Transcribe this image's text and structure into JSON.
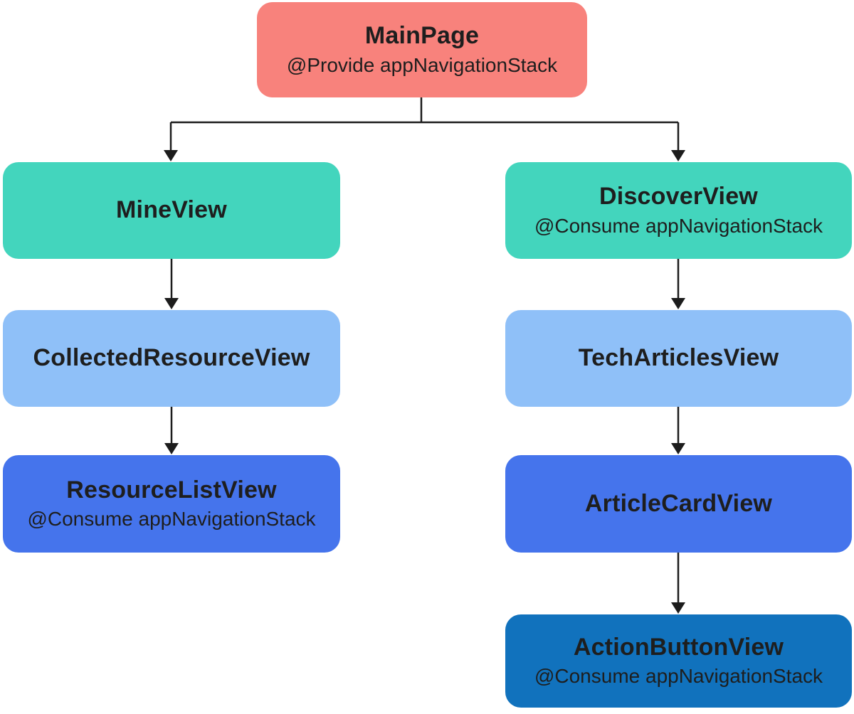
{
  "diagram": {
    "description": "Navigation stack architecture tree",
    "colors": {
      "root_salmon": "#F8827C",
      "level1_teal": "#43D5BD",
      "level2_light_blue": "#8FC0F8",
      "level3_medium_blue": "#4574EC",
      "level4_dark_blue": "#1172BD",
      "connector": "#1C1C1C",
      "text": "#1E1E1E",
      "background": "#FFFFFF"
    },
    "nodes": [
      {
        "id": "mainpage",
        "title": "MainPage",
        "subtitle": "@Provide appNavigationStack",
        "color": "#F8827C"
      },
      {
        "id": "mine",
        "title": "MineView",
        "subtitle": "",
        "color": "#43D5BD"
      },
      {
        "id": "discover",
        "title": "DiscoverView",
        "subtitle": "@Consume appNavigationStack",
        "color": "#43D5BD"
      },
      {
        "id": "collected",
        "title": "CollectedResourceView",
        "subtitle": "",
        "color": "#8FC0F8"
      },
      {
        "id": "tech",
        "title": "TechArticlesView",
        "subtitle": "",
        "color": "#8FC0F8"
      },
      {
        "id": "resource",
        "title": "ResourceListView",
        "subtitle": "@Consume appNavigationStack",
        "color": "#4574EC"
      },
      {
        "id": "article",
        "title": "ArticleCardView",
        "subtitle": "",
        "color": "#4574EC"
      },
      {
        "id": "action",
        "title": "ActionButtonView",
        "subtitle": "@Consume appNavigationStack",
        "color": "#1172BD"
      }
    ],
    "edges": [
      {
        "from": "mainpage",
        "to": "mine"
      },
      {
        "from": "mainpage",
        "to": "discover"
      },
      {
        "from": "mine",
        "to": "collected"
      },
      {
        "from": "collected",
        "to": "resource"
      },
      {
        "from": "discover",
        "to": "tech"
      },
      {
        "from": "tech",
        "to": "article"
      },
      {
        "from": "article",
        "to": "action"
      }
    ]
  }
}
